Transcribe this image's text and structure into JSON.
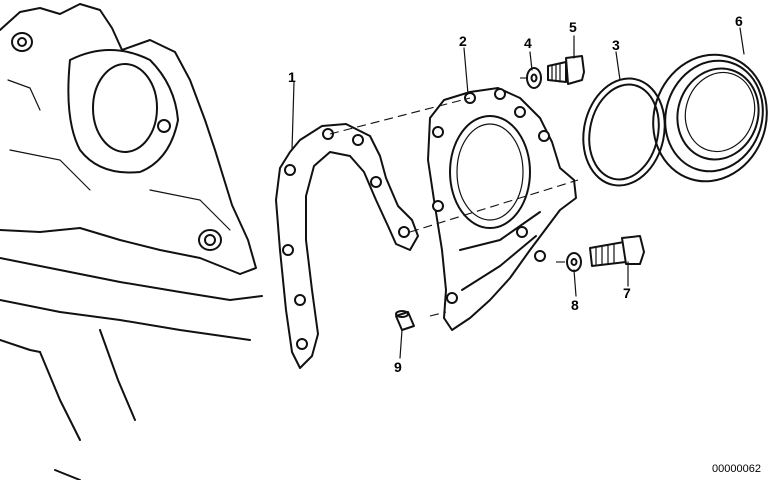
{
  "callouts": [
    "1",
    "2",
    "3",
    "4",
    "5",
    "6",
    "7",
    "8",
    "9"
  ],
  "drawing_number": "00000062",
  "colors": {
    "line": "#111111",
    "background": "#ffffff"
  }
}
